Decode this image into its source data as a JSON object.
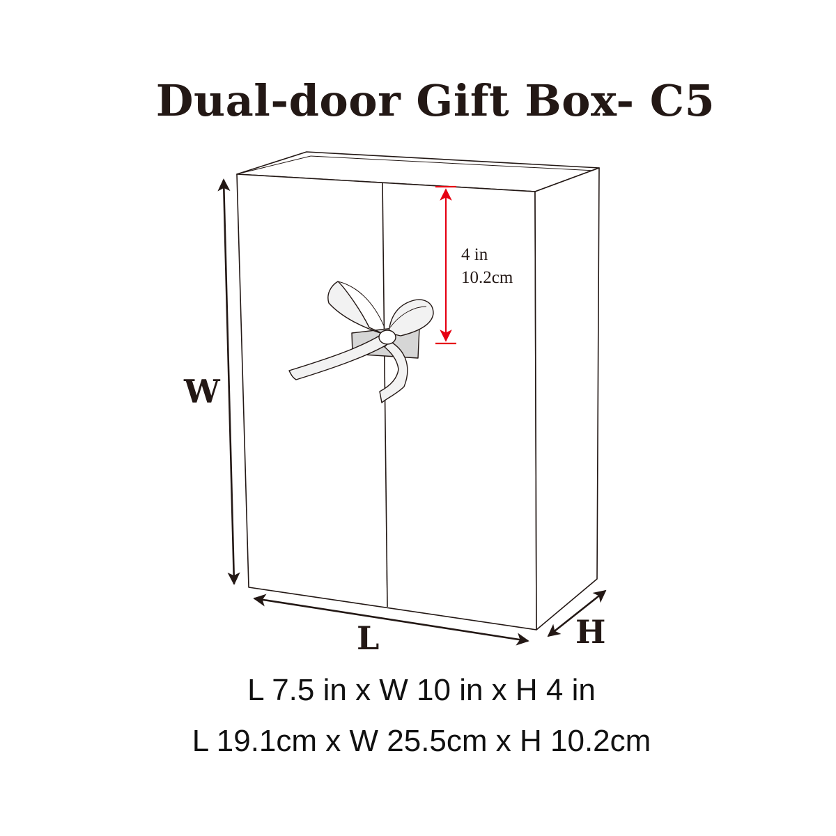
{
  "title": "Dual-door Gift Box- C5",
  "labels": {
    "width_axis": "W",
    "length_axis": "L",
    "height_axis": "H",
    "ribbon_offset_in": "4 in",
    "ribbon_offset_cm": "10.2cm"
  },
  "dimensions": {
    "imperial": "L 7.5 in x W 10 in x H 4 in",
    "metric": "L 19.1cm x W 25.5cm x H 10.2cm"
  },
  "colors": {
    "outline": "#231815",
    "measure_red": "#e60012",
    "ribbon_fill": "#f2f2f2",
    "ribbon_shadow": "#d6d6d6"
  }
}
